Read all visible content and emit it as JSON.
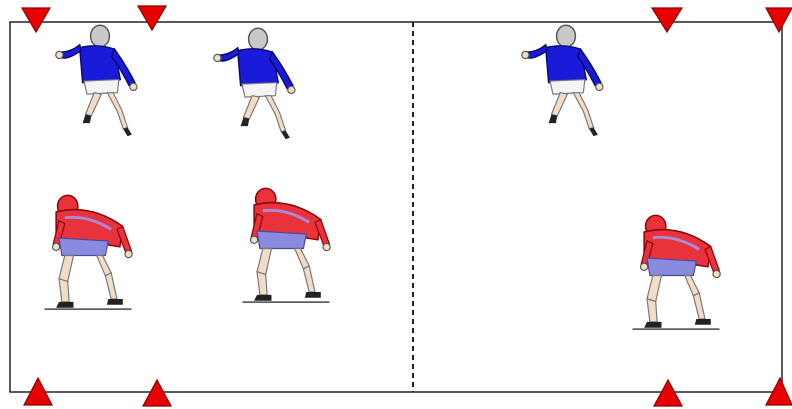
{
  "diagram": {
    "type": "drill-setup",
    "grids": 2,
    "divider": "dashed",
    "colors": {
      "cone": "#e60000",
      "attacker_kit": "#1a1adb",
      "defender_kit": "#e8323c",
      "field_line": "#222222",
      "background": "#ffffff"
    },
    "cones": [
      {
        "name": "cone-top-1",
        "shape": "down-triangle"
      },
      {
        "name": "cone-top-2",
        "shape": "down-triangle"
      },
      {
        "name": "cone-top-3",
        "shape": "down-triangle"
      },
      {
        "name": "cone-top-4",
        "shape": "down-triangle"
      },
      {
        "name": "cone-bottom-1",
        "shape": "up-triangle"
      },
      {
        "name": "cone-bottom-2",
        "shape": "up-triangle"
      },
      {
        "name": "cone-bottom-3",
        "shape": "up-triangle"
      },
      {
        "name": "cone-bottom-4",
        "shape": "up-triangle"
      }
    ],
    "players": [
      {
        "name": "attacker-1",
        "team": "blue",
        "pose": "running"
      },
      {
        "name": "attacker-2",
        "team": "blue",
        "pose": "running"
      },
      {
        "name": "attacker-3",
        "team": "blue",
        "pose": "running"
      },
      {
        "name": "defender-1",
        "team": "red",
        "pose": "crouching"
      },
      {
        "name": "defender-2",
        "team": "red",
        "pose": "crouching"
      },
      {
        "name": "defender-3",
        "team": "red",
        "pose": "crouching"
      }
    ]
  }
}
